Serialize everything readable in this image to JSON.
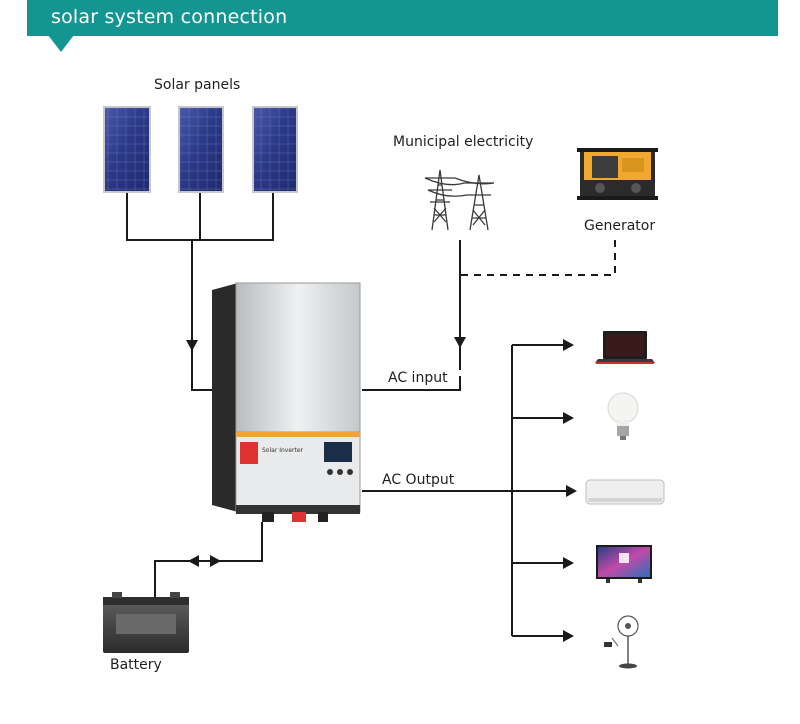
{
  "header": {
    "title": "solar system connection",
    "color": "#139592"
  },
  "labels": {
    "solar_panels": "Solar panels",
    "municipal": "Municipal electricity",
    "generator": "Generator",
    "ac_input": "AC input",
    "ac_output": "AC Output",
    "battery": "Battery"
  },
  "inverter": {
    "brand_text": "Solar Inverter"
  },
  "icons": {
    "solar_panel": "solar-panel-icon",
    "grid": "power-tower-icon",
    "generator": "generator-icon",
    "inverter": "inverter-icon",
    "battery": "battery-icon",
    "loads": [
      "laptop-icon",
      "light-bulb-icon",
      "air-conditioner-icon",
      "television-icon",
      "fan-icon"
    ]
  }
}
